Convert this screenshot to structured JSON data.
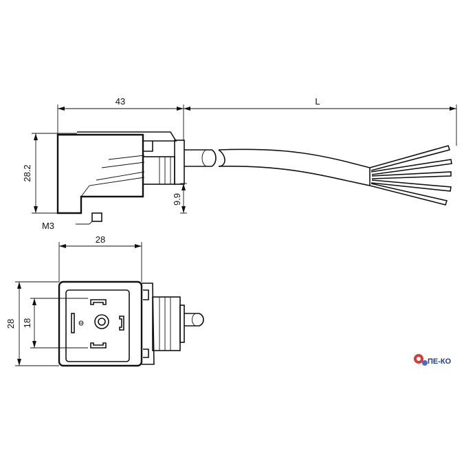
{
  "dimensions": {
    "connector_length": "43",
    "cable_length": "L",
    "height": "28.2",
    "offset": "9.9",
    "thread": "M3",
    "face_width": "28",
    "face_height": "28",
    "contact_spacing": "18"
  },
  "logo": {
    "text": "ПЕ-КО"
  }
}
